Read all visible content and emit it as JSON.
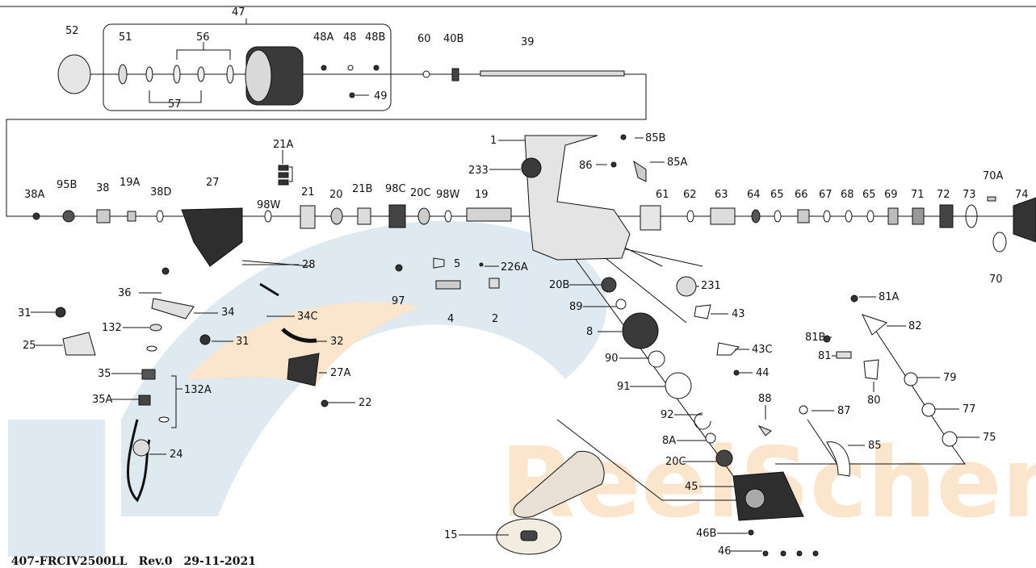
{
  "diagram": {
    "colors": {
      "line": "#111111",
      "part_dark": "#3a3a3a",
      "part_light": "#d9d9d9",
      "watermark_blue": "#dbe7ef",
      "watermark_orange": "#fbe3c8"
    },
    "watermark_text": "ReelSchematic",
    "footer": {
      "model": "407-FRCIV2500LL",
      "rev": "Rev.0",
      "date": "29-11-2021"
    },
    "callouts": {
      "p47": "47",
      "p52": "52",
      "p51": "51",
      "p56": "56",
      "p57": "57",
      "p48A": "48A",
      "p48": "48",
      "p48B": "48B",
      "p49": "49",
      "p60": "60",
      "p40B": "40B",
      "p39": "39",
      "p1": "1",
      "p85B": "85B",
      "p85A": "85A",
      "p86": "86",
      "p233": "233",
      "p21A": "21A",
      "p38A": "38A",
      "p95B": "95B",
      "p38": "38",
      "p19A": "19A",
      "p38D": "38D",
      "p27": "27",
      "p98W_a": "98W",
      "p21": "21",
      "p20": "20",
      "p21B": "21B",
      "p98C": "98C",
      "p20C_a": "20C",
      "p98W_b": "98W",
      "p19": "19",
      "p61": "61",
      "p62": "62",
      "p63": "63",
      "p64": "64",
      "p65_a": "65",
      "p66": "66",
      "p67": "67",
      "p68": "68",
      "p65_b": "65",
      "p69": "69",
      "p71": "71",
      "p72": "72",
      "p73": "73",
      "p74": "74",
      "p70A": "70A",
      "p70": "70",
      "p36": "36",
      "p28": "28",
      "p5": "5",
      "p226A": "226A",
      "p97": "97",
      "p4": "4",
      "p2": "2",
      "p20B": "20B",
      "p231": "231",
      "p89": "89",
      "p43": "43",
      "p81A": "81A",
      "p34": "34",
      "p34C": "34C",
      "p31_a": "31",
      "p31_b": "31",
      "p132": "132",
      "p8": "8",
      "p82": "82",
      "p25": "25",
      "p32": "32",
      "p43C": "43C",
      "p81B": "81B",
      "p81": "81",
      "p90": "90",
      "p27A": "27A",
      "p44": "44",
      "p35": "35",
      "p132A": "132A",
      "p79": "79",
      "p80": "80",
      "p91": "91",
      "p35A": "35A",
      "p22": "22",
      "p88": "88",
      "p87": "87",
      "p77": "77",
      "p92": "92",
      "p75": "75",
      "p8A": "8A",
      "p85": "85",
      "p24": "24",
      "p20C_b": "20C",
      "p45": "45",
      "p15": "15",
      "p46B": "46B",
      "p46": "46"
    }
  }
}
